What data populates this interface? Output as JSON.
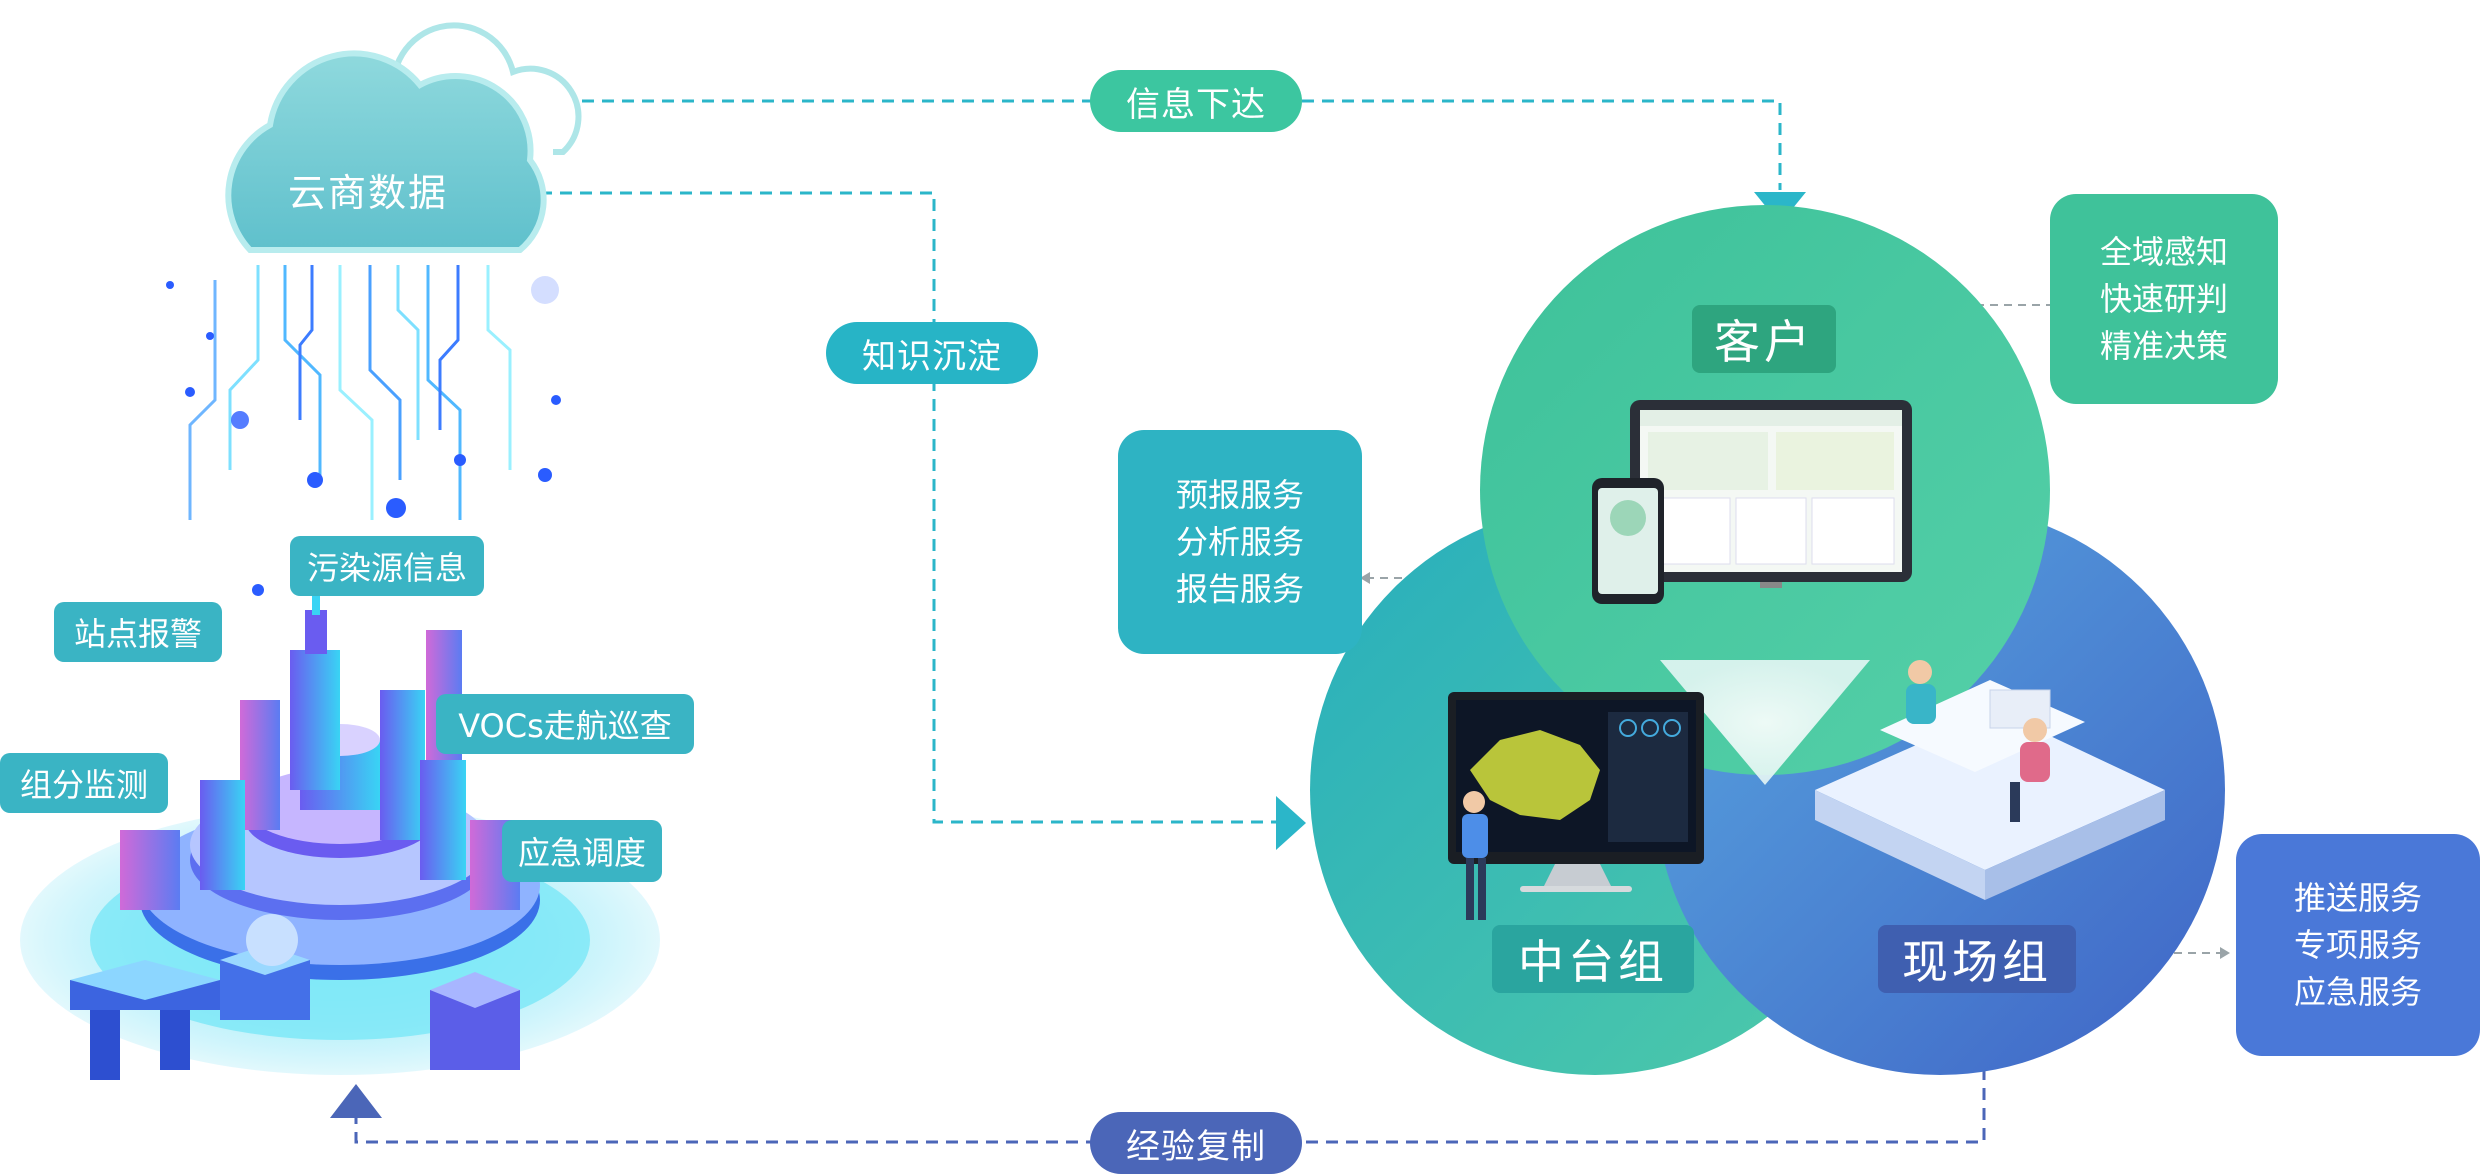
{
  "cloud": {
    "label": "云商数据",
    "icon": "cloud-icon"
  },
  "flows": {
    "info_down": "信息下达",
    "knowledge": "知识沉淀",
    "experience": "经验复制"
  },
  "city_tags": [
    "污染源信息",
    "站点报警",
    "VOCs走航巡查",
    "组分监测",
    "应急调度"
  ],
  "circles": {
    "customer": "客户",
    "middle": "中台组",
    "field": "现场组"
  },
  "boxes": {
    "customer_services": [
      "全域感知",
      "快速研判",
      "精准决策"
    ],
    "middle_services": [
      "预报服务",
      "分析服务",
      "报告服务"
    ],
    "field_services": [
      "推送服务",
      "专项服务",
      "应急服务"
    ]
  },
  "colors": {
    "teal_dark": "#27b4c6",
    "green_box": "#3fc29a",
    "teal_box": "#2eb3c3",
    "blue_box": "#4a78d8",
    "blue_pill": "#4b66b8",
    "green_pill": "#3cc6a0"
  },
  "icons": [
    "cloud-icon",
    "data-stream-icon",
    "smart-city-illustration",
    "tablet-icon",
    "phone-icon",
    "monitor-china-map-icon",
    "team-desk-illustration",
    "arrow-icon"
  ]
}
